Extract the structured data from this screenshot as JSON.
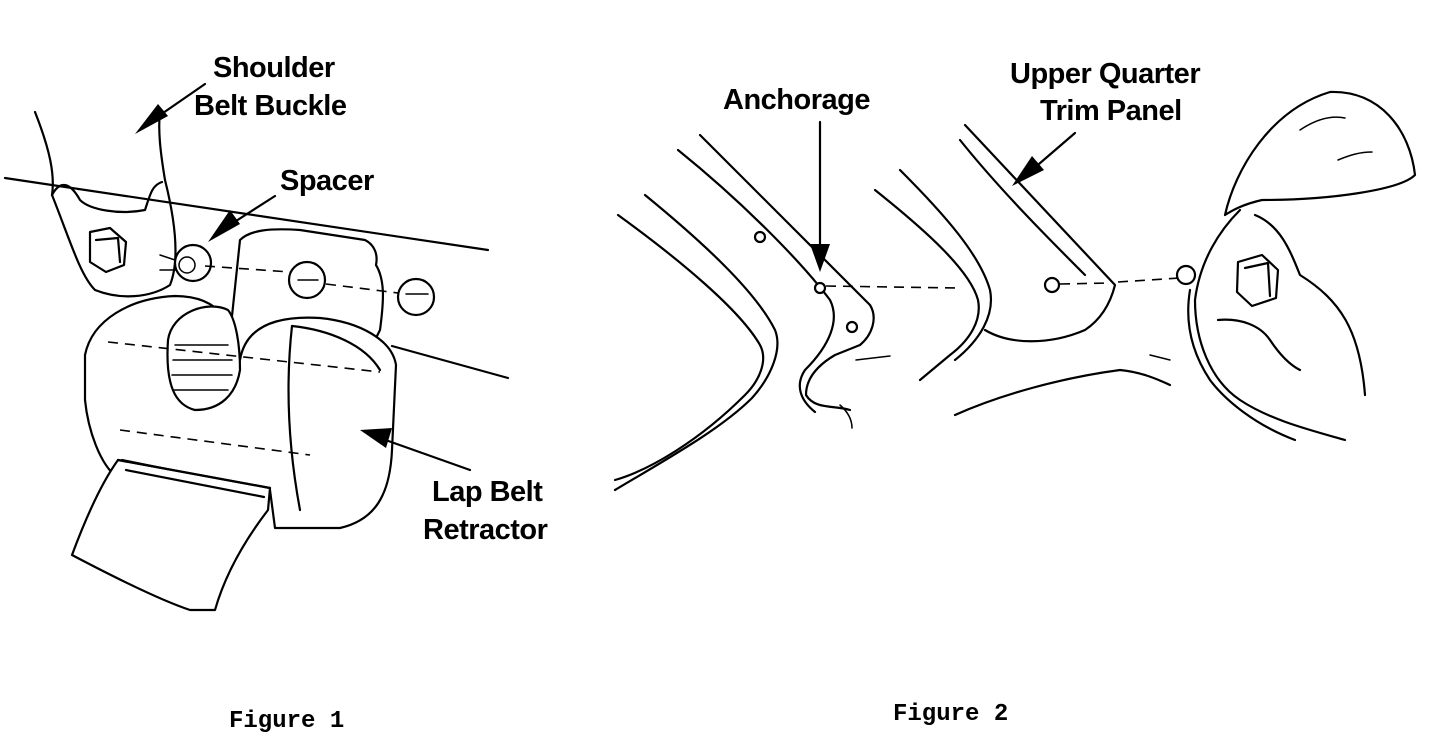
{
  "figure1": {
    "labels": {
      "shoulder_belt_buckle_line1": "Shoulder",
      "shoulder_belt_buckle_line2": "Belt Buckle",
      "spacer": "Spacer",
      "lap_belt_retractor_line1": "Lap Belt",
      "lap_belt_retractor_line2": "Retractor"
    },
    "caption": "Figure 1"
  },
  "figure2": {
    "labels": {
      "anchorage": "Anchorage",
      "upper_quarter_trim_panel_line1": "Upper Quarter",
      "upper_quarter_trim_panel_line2": "Trim Panel"
    },
    "caption": "Figure 2"
  },
  "colors": {
    "ink": "#000000",
    "paper": "#ffffff"
  }
}
